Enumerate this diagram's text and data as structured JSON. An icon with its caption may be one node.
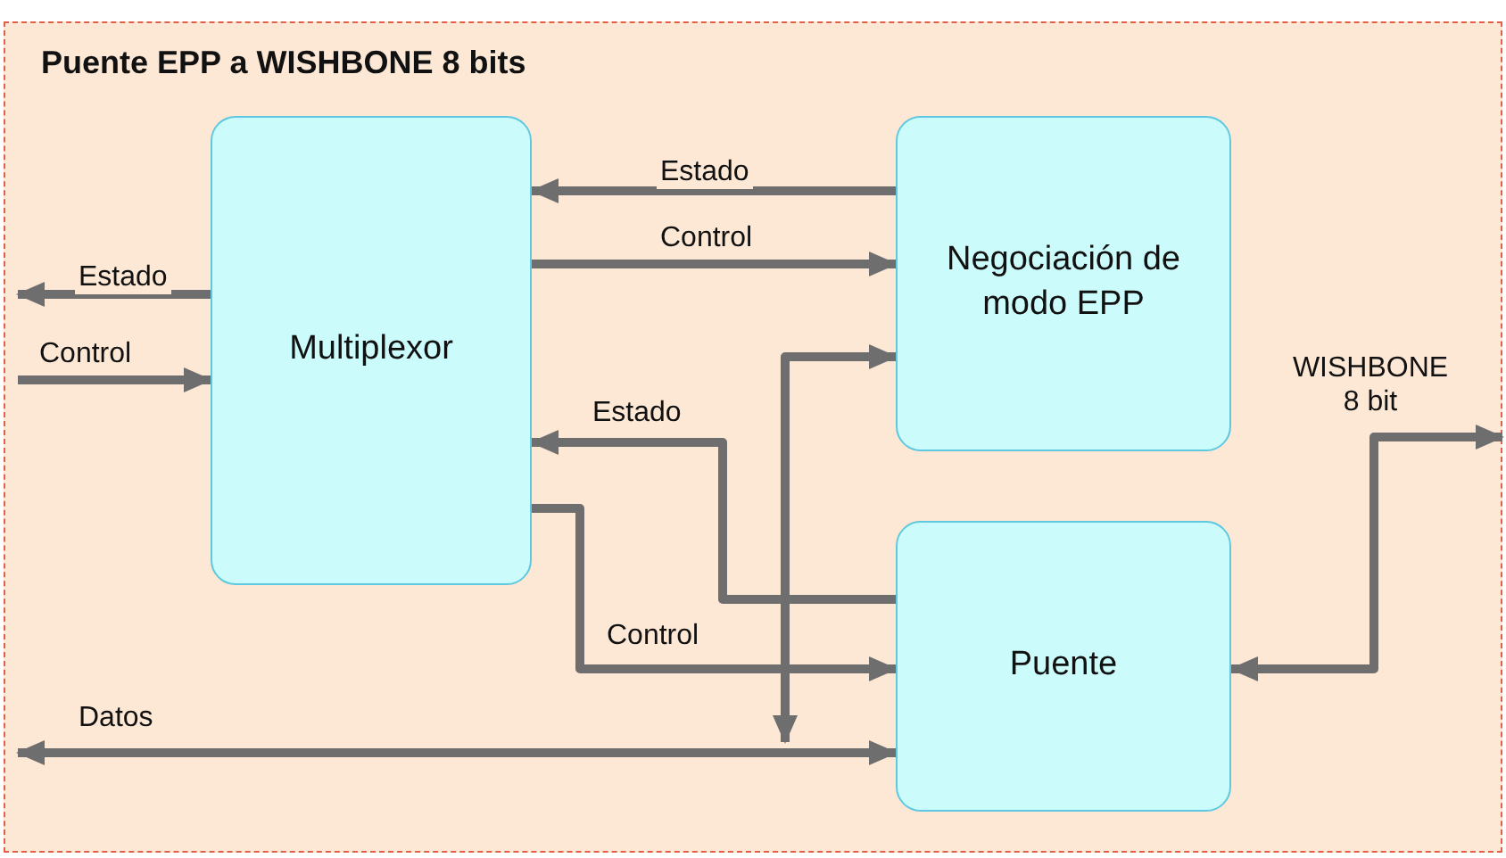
{
  "diagram": {
    "nodes": [
      {
        "text": [
          "Puente EPP a WISHBONE 8 bits"
        ]
      },
      {
        "text": [
          "Multiplexor"
        ],
        "in": 0
      },
      {
        "text": [
          "Negociación de modo EPP"
        ],
        "in": 0
      },
      {
        "text": [
          "Puente"
        ],
        "in": 0
      }
    ],
    "edges": [
      {
        "from": 2,
        "to": 1,
        "arrow": "to",
        "label": "Estado"
      },
      {
        "from": 1,
        "to": 2,
        "arrow": "to",
        "label": "Control"
      },
      {
        "from": 1,
        "to": null,
        "arrow": "to",
        "label": "Estado"
      },
      {
        "from": null,
        "to": 1,
        "arrow": "to",
        "label": "Control"
      },
      {
        "from": 3,
        "to": 1,
        "arrow": "to",
        "label": "Estado"
      },
      {
        "from": 1,
        "to": 3,
        "arrow": "to",
        "label": "Control"
      },
      {
        "from": null,
        "to": 3,
        "arrow": "both",
        "label": "Datos"
      },
      {
        "from": null,
        "to": 2,
        "arrow": "both"
      },
      {
        "from": 3,
        "to": null,
        "arrow": "both",
        "label": "WISHBONE 8 bit"
      }
    ]
  }
}
